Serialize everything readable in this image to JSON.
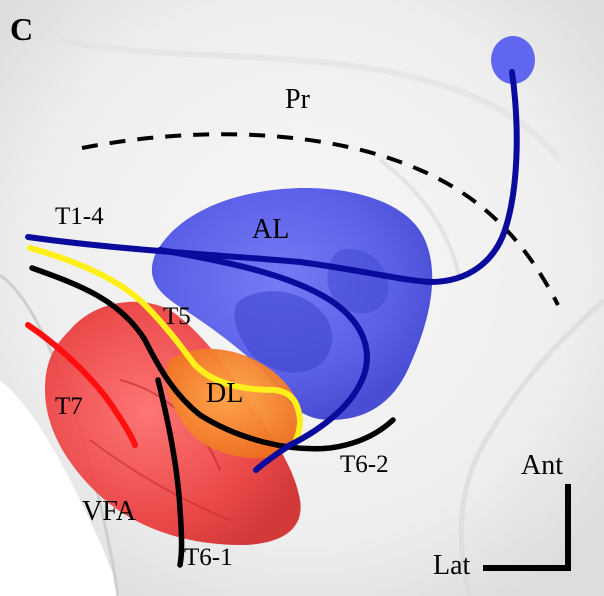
{
  "panel_letter": "C",
  "regions": {
    "pr": "Pr",
    "al": "AL",
    "dl": "DL",
    "vfa": "VFA"
  },
  "tracts": {
    "t1_4": "T1-4",
    "t5": "T5",
    "t7": "T7",
    "t6_2": "T6-2",
    "t6_1": "T6-1"
  },
  "orientation": {
    "anterior": "Ant",
    "lateral": "Lat"
  },
  "colors": {
    "background_tissue": "#ededed",
    "al_region": "#4f55e8",
    "dl_region": "#f07a1e",
    "vfa_region": "#e83a3a",
    "tract_t1_4": "#0a0a9c",
    "tract_t5": "#ffef1a",
    "tract_t7": "#ff1010",
    "tract_t6": "#000000"
  }
}
